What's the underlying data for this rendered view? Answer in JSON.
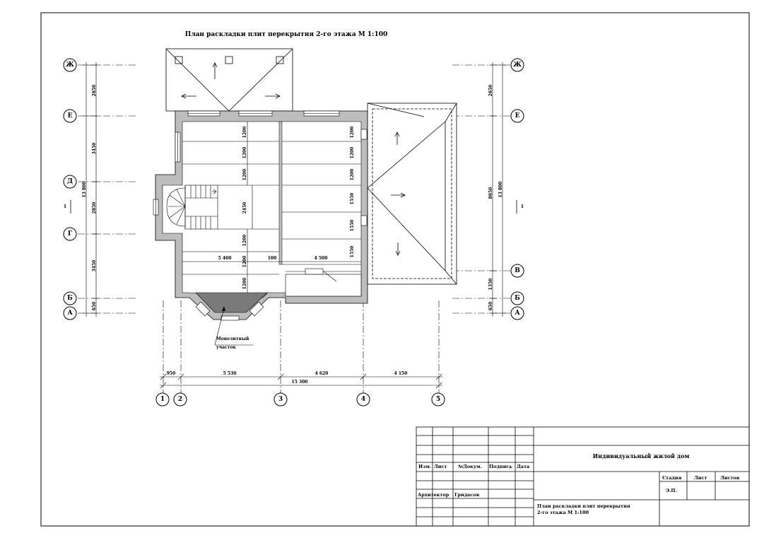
{
  "title": "План раскладки плит перекрытия 2-го этажа М 1:100",
  "axes": {
    "rows": [
      "Ж",
      "Е",
      "Д",
      "Г",
      "Б",
      "А"
    ],
    "row_b": "В",
    "cols": [
      "1",
      "2",
      "3",
      "4",
      "5"
    ]
  },
  "section_mark": "1",
  "dims_left": [
    "2650",
    "3450",
    "2850",
    "3450",
    "650"
  ],
  "dims_left_total": "13 800",
  "dims_right": [
    "2650",
    "8650",
    "1350",
    "650"
  ],
  "dims_right_total": "13 800",
  "dims_bottom": [
    "950",
    "5 530",
    "4 620",
    "4 150"
  ],
  "dims_bottom_total": "15 300",
  "slab_left": [
    "1200",
    "1200",
    "1200",
    "2450",
    "1200",
    "1200",
    "1200"
  ],
  "slab_right": [
    "1200",
    "1200",
    "1200",
    "1550",
    "1550",
    "1550"
  ],
  "inner_dims": [
    "5 400",
    "100",
    "4 500"
  ],
  "note": [
    "Монолитный",
    "участок"
  ],
  "stamp": {
    "project_title": "Индивидуальный жилой дом",
    "sheet_title_1": "План раскладки плит перекрытия",
    "sheet_title_2": "2-го этажа М 1:100",
    "headers": [
      "Изм.",
      "Лист",
      "№Докум.",
      "Подпись",
      "Дата"
    ],
    "role": "Архитектор",
    "name": "Гридасов",
    "stage_h": "Стадия",
    "sheet_h": "Лист",
    "sheets_h": "Листов",
    "stage": "Э.П."
  }
}
